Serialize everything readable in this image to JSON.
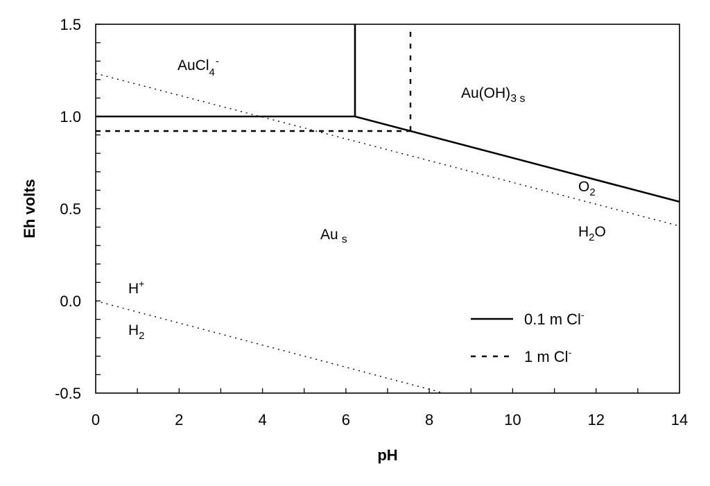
{
  "chart_data": {
    "type": "line",
    "title": "",
    "xlabel": "pH",
    "ylabel": "Eh volts",
    "xlim": [
      0,
      14
    ],
    "ylim": [
      -0.5,
      1.5
    ],
    "x_ticks": [
      "0",
      "2",
      "4",
      "6",
      "8",
      "10",
      "12",
      "14"
    ],
    "y_ticks": [
      "1.5",
      "1.0",
      "0.5",
      "0.0",
      "-0.5"
    ],
    "grid": false,
    "legend_position": "lower right inside",
    "legend": [
      {
        "label": "0.1 m Cl",
        "superscript": "-",
        "style": "solid"
      },
      {
        "label": "1 m Cl",
        "superscript": "-",
        "style": "dashed"
      }
    ],
    "series": [
      {
        "name": "0.1 m Cl- : AuCl4-/Au boundary",
        "style": "solid",
        "points": [
          [
            0,
            1.0
          ],
          [
            6.22,
            1.0
          ]
        ]
      },
      {
        "name": "0.1 m Cl- : AuCl4-/Au(OH)3 boundary",
        "style": "solid",
        "points": [
          [
            6.22,
            1.0
          ],
          [
            6.22,
            1.5
          ]
        ]
      },
      {
        "name": "0.1 m Cl- : Au(OH)3/Au boundary",
        "style": "solid",
        "points": [
          [
            6.22,
            1.0
          ],
          [
            14,
            0.54
          ]
        ]
      },
      {
        "name": "1 m Cl- : AuCl4-/Au boundary",
        "style": "dashed",
        "points": [
          [
            0,
            0.92
          ],
          [
            7.55,
            0.92
          ]
        ]
      },
      {
        "name": "1 m Cl- : AuCl4-/Au(OH)3 boundary",
        "style": "dashed",
        "points": [
          [
            7.55,
            0.92
          ],
          [
            7.55,
            1.46
          ]
        ]
      },
      {
        "name": "O2/H2O water stability",
        "style": "dotted",
        "points": [
          [
            0,
            1.23
          ],
          [
            14,
            0.4
          ]
        ]
      },
      {
        "name": "H+/H2 water stability",
        "style": "dotted",
        "points": [
          [
            0,
            0.0
          ],
          [
            8.4,
            -0.5
          ]
        ]
      }
    ],
    "annotations": [
      {
        "text": "AuCl4",
        "sub": "4",
        "sup": "-",
        "x": 2.2,
        "y": 1.27
      },
      {
        "text": "Au(OH)3 s",
        "x": 9.0,
        "y": 1.05
      },
      {
        "text": "Au s",
        "x": 5.4,
        "y": 0.35
      },
      {
        "text": "O2",
        "x": 11.8,
        "y": 0.6
      },
      {
        "text": "H2O",
        "x": 11.8,
        "y": 0.38
      },
      {
        "text": "H+",
        "x": 0.8,
        "y": 0.07
      },
      {
        "text": "H2",
        "x": 0.8,
        "y": -0.16
      }
    ]
  },
  "labels": {
    "x_title": "pH",
    "y_title": "Eh volts",
    "x_ticks": [
      "0",
      "2",
      "4",
      "6",
      "8",
      "10",
      "12",
      "14"
    ],
    "y_ticks": [
      "1.5",
      "1.0",
      "0.5",
      "0.0",
      "-0.5"
    ],
    "region_aucl4_main": "AuCl",
    "region_aucl4_sub": "4",
    "region_aucl4_sup": "-",
    "region_auoh3_main": "Au(OH)",
    "region_auoh3_sub": "3 s",
    "region_au_main": "Au",
    "region_au_sub": "s",
    "o2_main": "O",
    "o2_sub": "2",
    "h2o_h": "H",
    "h2o_sub": "2",
    "h2o_o": "O",
    "hplus_main": "H",
    "hplus_sup": "+",
    "h2_main": "H",
    "h2_sub": "2",
    "legend_solid_main": "0.1 m Cl",
    "legend_solid_sup": "-",
    "legend_dashed_main": "1 m Cl",
    "legend_dashed_sup": "-"
  }
}
